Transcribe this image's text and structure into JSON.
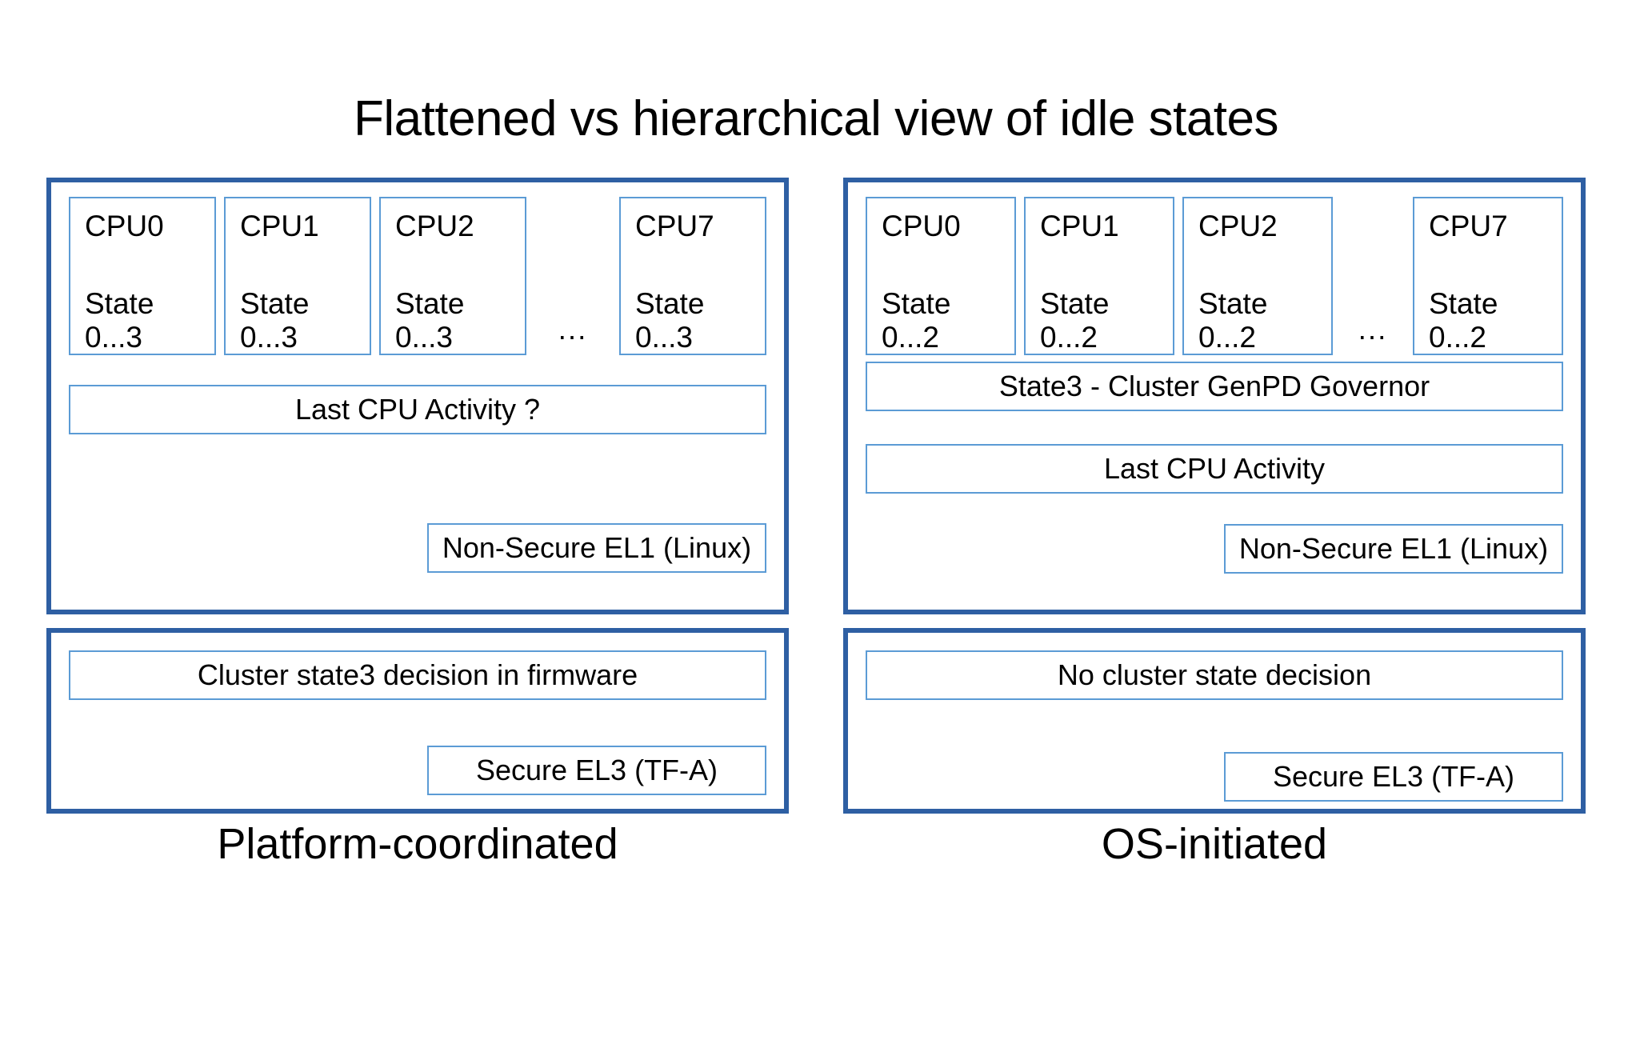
{
  "slide": {
    "title": "Flattened vs hierarchical view of idle states",
    "background_color": "#FFFFFF",
    "accent_outer_border": "#2E5FA3",
    "accent_inner_border": "#5B9BD5",
    "text_color": "#000000"
  },
  "columns": [
    {
      "id": "platform-coordinated",
      "caption": "Platform-coordinated",
      "os_panel": {
        "cpus": [
          {
            "name": "CPU0",
            "state_label": "State",
            "state_range": "0...3"
          },
          {
            "name": "CPU1",
            "state_label": "State",
            "state_range": "0...3"
          },
          {
            "name": "CPU2",
            "state_label": "State",
            "state_range": "0...3"
          },
          {
            "name": "CPU7",
            "state_label": "State",
            "state_range": "0...3"
          }
        ],
        "ellipsis": "...",
        "bars": [
          {
            "id": "last-cpu-activity",
            "label": "Last CPU Activity ?"
          }
        ],
        "exception_level": "Non-Secure EL1 (Linux)"
      },
      "firmware_panel": {
        "decision": "Cluster state3 decision in firmware",
        "exception_level": "Secure EL3 (TF-A)"
      }
    },
    {
      "id": "os-initiated",
      "caption": "OS-initiated",
      "os_panel": {
        "cpus": [
          {
            "name": "CPU0",
            "state_label": "State",
            "state_range": "0...2"
          },
          {
            "name": "CPU1",
            "state_label": "State",
            "state_range": "0...2"
          },
          {
            "name": "CPU2",
            "state_label": "State",
            "state_range": "0...2"
          },
          {
            "name": "CPU7",
            "state_label": "State",
            "state_range": "0...2"
          }
        ],
        "ellipsis": "...",
        "bars": [
          {
            "id": "cluster-genpd-governor",
            "label": "State3 - Cluster GenPD Governor"
          },
          {
            "id": "last-cpu-activity",
            "label": "Last CPU Activity"
          }
        ],
        "exception_level": "Non-Secure EL1 (Linux)"
      },
      "firmware_panel": {
        "decision": "No cluster state decision",
        "exception_level": "Secure EL3 (TF-A)"
      }
    }
  ]
}
